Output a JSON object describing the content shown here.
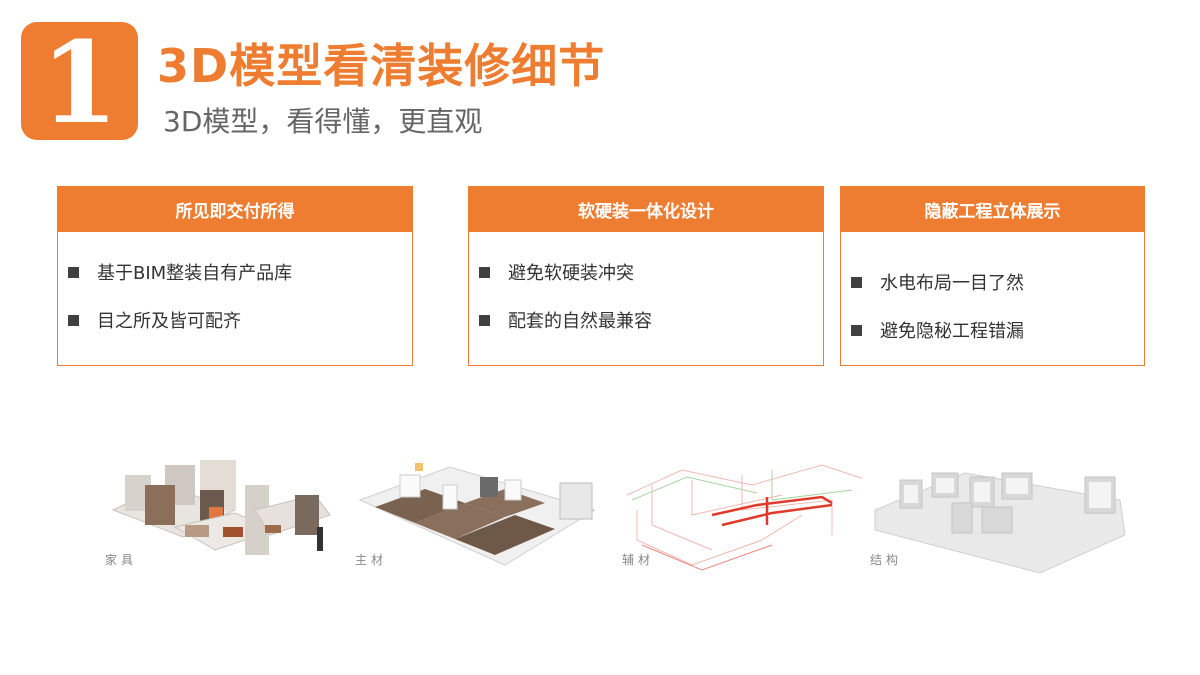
{
  "header": {
    "number": "1",
    "title": "3D模型看清装修细节",
    "subtitle": "3D模型，看得懂，更直观"
  },
  "cards": [
    {
      "title": "所见即交付所得",
      "items": [
        "基于BIM整装自有产品库",
        "目之所及皆可配齐"
      ]
    },
    {
      "title": "软硬装一体化设计",
      "items": [
        "避免软硬装冲突",
        "配套的自然最兼容"
      ]
    },
    {
      "title": "隐蔽工程立体展示",
      "items": [
        "水电布局一目了然",
        "避免隐秘工程错漏"
      ]
    }
  ],
  "models": [
    {
      "label": "家具"
    },
    {
      "label": "主材"
    },
    {
      "label": "辅材"
    },
    {
      "label": "结构"
    }
  ],
  "colors": {
    "accent": "#ee7d31",
    "bullet": "#404040",
    "text": "#333333",
    "muted": "#888888"
  }
}
